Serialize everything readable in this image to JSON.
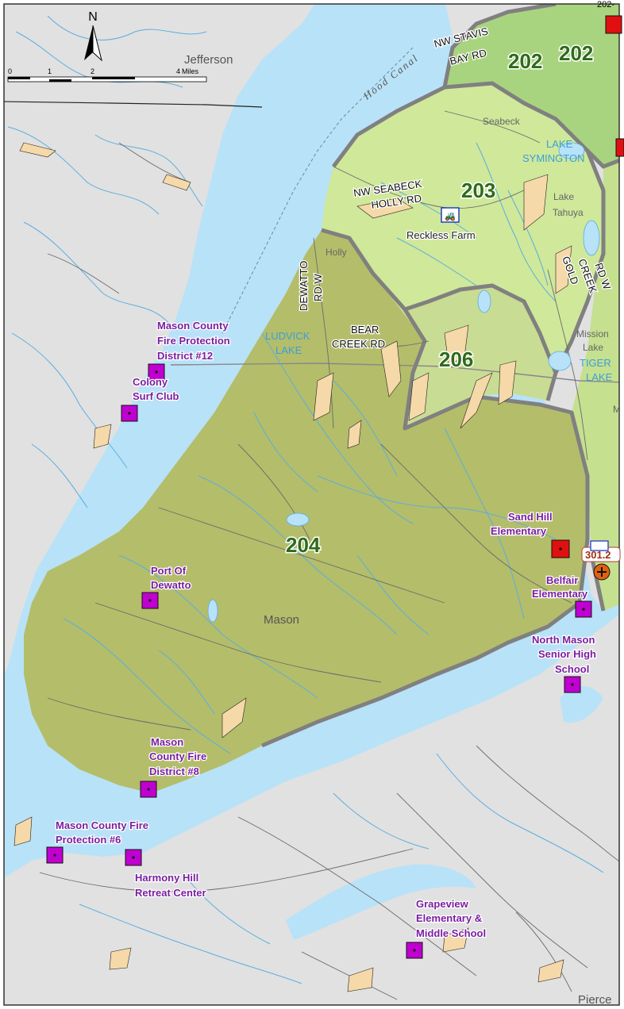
{
  "colors": {
    "water": "#b8e2f7",
    "land_outside": "#e1e1e1",
    "zone_204": "#b4bd6a",
    "zone_206": "#c9dc93",
    "zone_203": "#cfe89a",
    "zone_202": "#a9d47f",
    "zone_border": "#808080",
    "river": "#5aaee0",
    "road": "#6b6b6b",
    "sand": "#f6d9a8",
    "zone_label": "#2e6b1c",
    "site_label": "#7a1ea0",
    "school_marker": "#c000d0",
    "fire_marker": "#e01010"
  },
  "north_arrow": {
    "label": "N"
  },
  "scale_bar": {
    "ticks": [
      "0",
      "1",
      "2",
      "4"
    ],
    "unit": "Miles"
  },
  "zones": [
    {
      "id": "zone-202a",
      "label": "202"
    },
    {
      "id": "zone-202b",
      "label": "202"
    },
    {
      "id": "zone-203",
      "label": "203"
    },
    {
      "id": "zone-204",
      "label": "204"
    },
    {
      "id": "zone-206",
      "label": "206"
    },
    {
      "id": "zone-202-edge",
      "label": "202-"
    },
    {
      "id": "zone-301",
      "label": "301.2"
    }
  ],
  "places": {
    "jefferson": "Jefferson",
    "mason": "Mason",
    "pierce": "Pierce",
    "seabeck": "Seabeck",
    "holly": "Holly",
    "lake": "Lake",
    "tahuya": "Tahuya",
    "mission": "Mission",
    "lake2": "Lake",
    "m_lake": "M"
  },
  "water_labels": {
    "hood_canal": "Hood Canal",
    "lake_symington_1": "LAKE",
    "lake_symington_2": "SYMINGTON",
    "ludvick_1": "LUDVICK",
    "ludvick_2": "LAKE",
    "tiger_1": "TIGER",
    "tiger_2": "LAKE"
  },
  "roads": {
    "nw_stavis_1": "NW STAVIS",
    "nw_stavis_2": "BAY RD",
    "nw_seabeck_1": "NW SEABECK",
    "nw_seabeck_2": "HOLLY RD",
    "dewatto_1": "DEWATTO",
    "dewatto_2": "RD W",
    "bear_creek_1": "BEAR",
    "bear_creek_2": "CREEK RD",
    "gold_creek_1": "GOLD",
    "gold_creek_2": "CREEK",
    "gold_creek_3": "RD W"
  },
  "sites": [
    {
      "id": "reckless-farm",
      "lines": [
        "Reckless Farm"
      ],
      "kind": "farm"
    },
    {
      "id": "mason-fire-12",
      "lines": [
        "Mason County",
        "Fire Protection",
        "District #12"
      ],
      "kind": "school"
    },
    {
      "id": "colony-surf",
      "lines": [
        "Colony",
        "Surf Club"
      ],
      "kind": "school"
    },
    {
      "id": "port-dewatto",
      "lines": [
        "Port Of",
        "Dewatto"
      ],
      "kind": "school"
    },
    {
      "id": "sand-hill",
      "lines": [
        "Sand Hill",
        "Elementary"
      ],
      "kind": "fire"
    },
    {
      "id": "belfair",
      "lines": [
        "Belfair",
        "Elementary"
      ],
      "kind": "school"
    },
    {
      "id": "north-mason",
      "lines": [
        "North Mason",
        "Senior High",
        "School"
      ],
      "kind": "school"
    },
    {
      "id": "mason-fire-8",
      "lines": [
        "Mason",
        "County Fire",
        "District #8"
      ],
      "kind": "school"
    },
    {
      "id": "mason-fire-6",
      "lines": [
        "Mason County Fire",
        "Protection #6"
      ],
      "kind": "school"
    },
    {
      "id": "harmony-hill",
      "lines": [
        "Harmony Hill",
        "Retreat Center"
      ],
      "kind": "school"
    },
    {
      "id": "grapeview",
      "lines": [
        "Grapeview",
        "Elementary &",
        "Middle School"
      ],
      "kind": "school"
    }
  ]
}
